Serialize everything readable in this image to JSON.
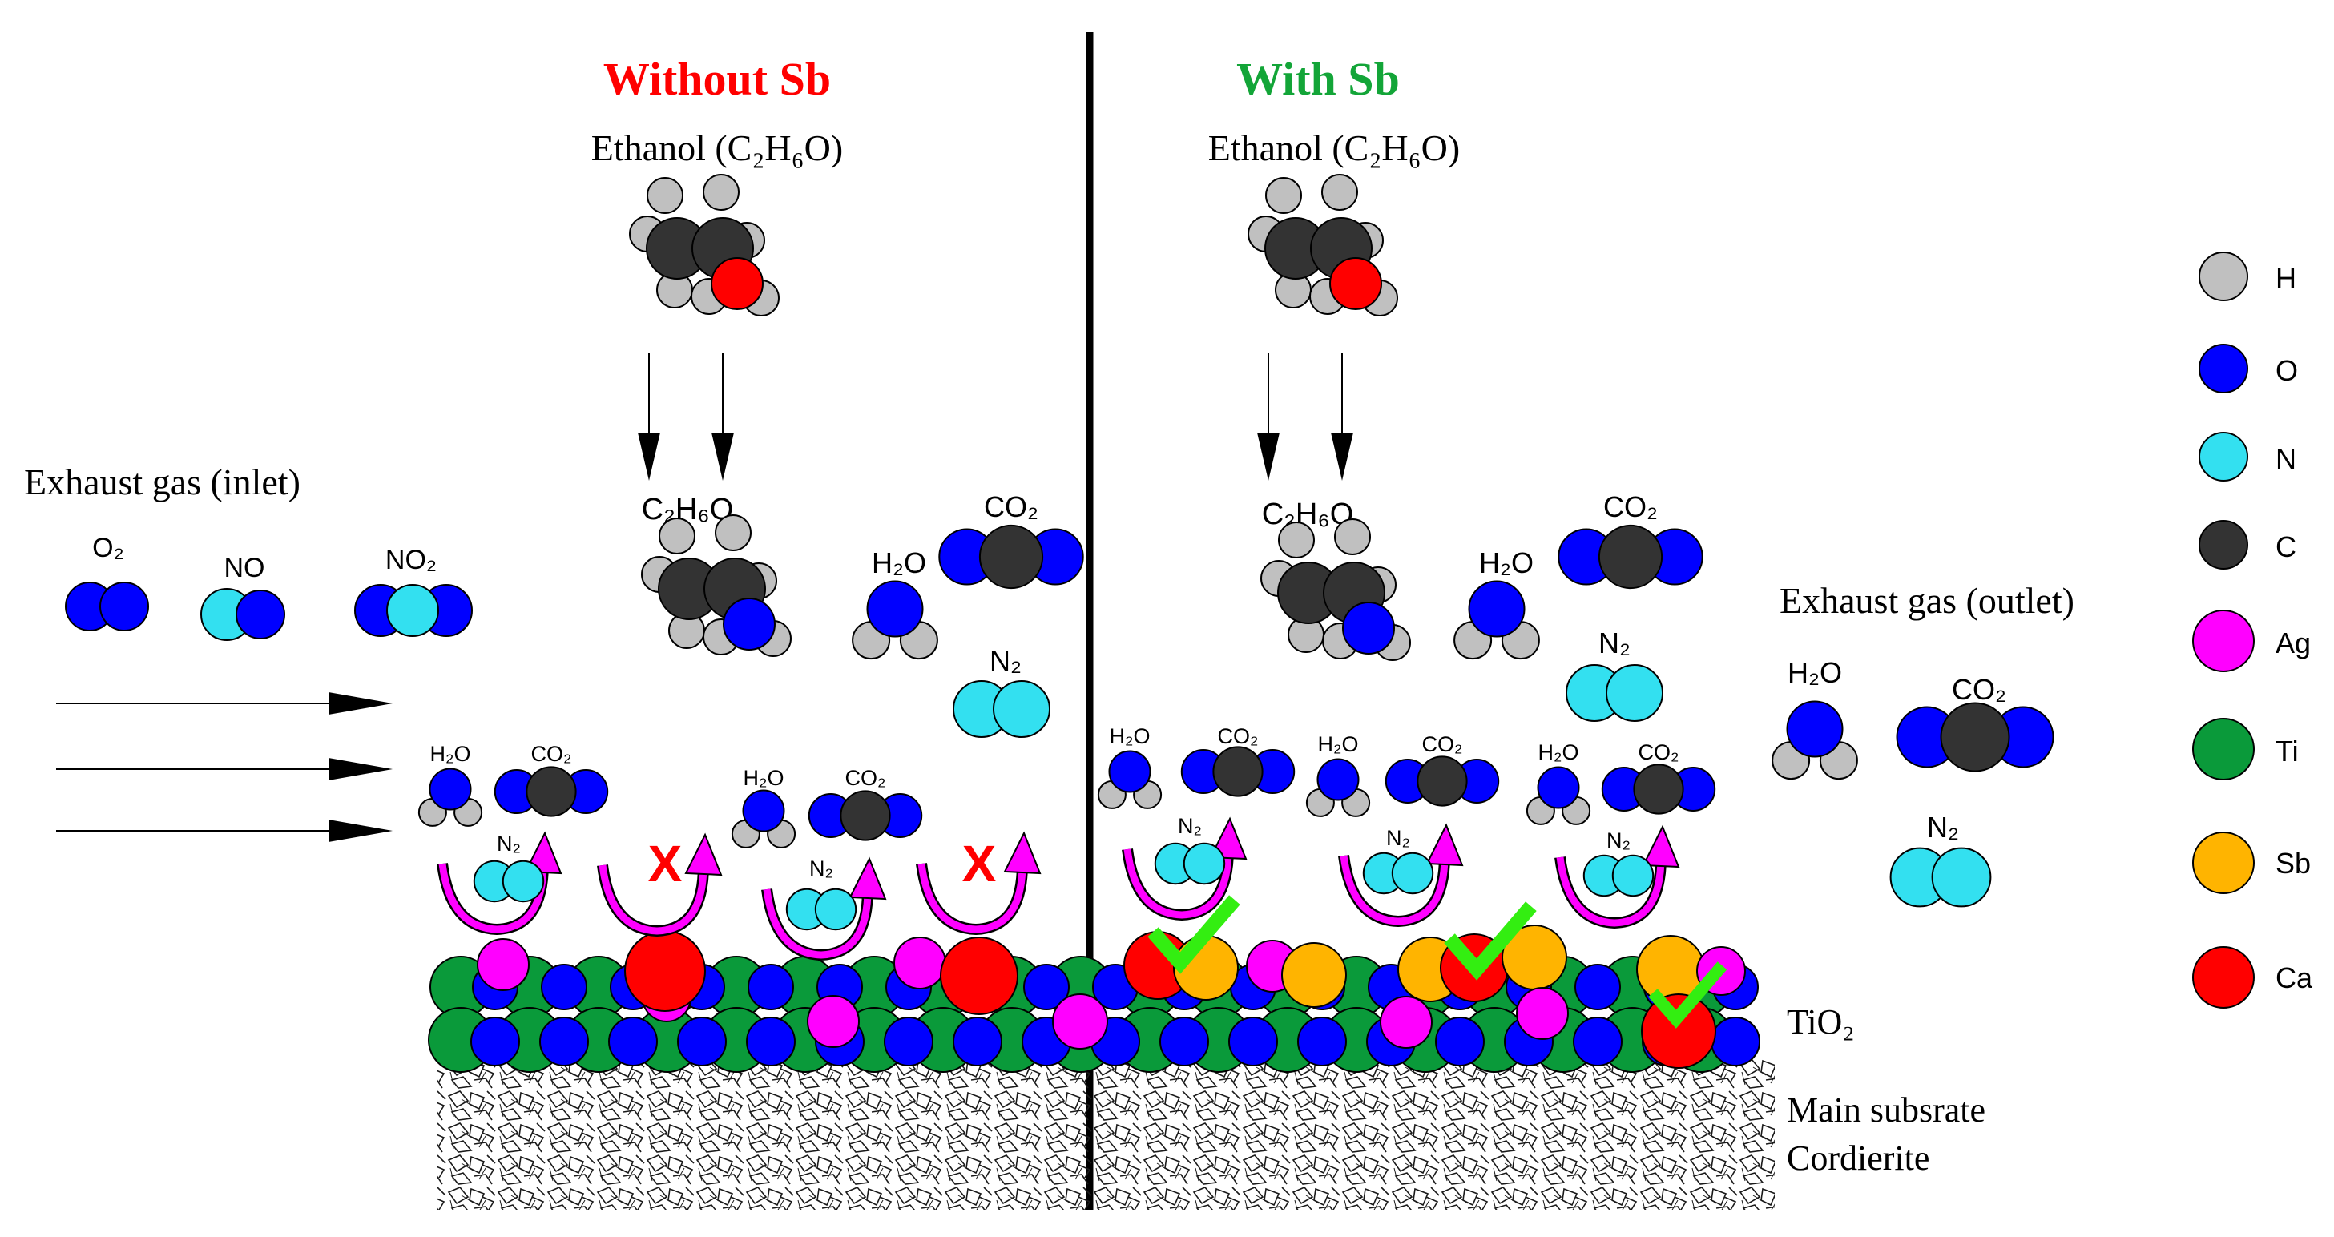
{
  "headings": {
    "without": "Without Sb",
    "with": "With Sb",
    "without_color": "#ff0000",
    "with_color": "#13a538"
  },
  "ethanol_label": "Ethanol (C₂H₆O)",
  "intermediate_label": "C₂H₆O",
  "inlet": {
    "title": "Exhaust gas (inlet)",
    "molecules": [
      "O₂",
      "NO",
      "NO₂"
    ]
  },
  "outlet": {
    "title": "Exhaust gas (outlet)",
    "molecules": [
      "H₂O",
      "CO₂",
      "N₂"
    ]
  },
  "molecule_labels": {
    "h2o": "H₂O",
    "co2": "CO₂",
    "n2": "N₂"
  },
  "marks": {
    "fail": "X"
  },
  "layers": {
    "tio2": "TiO₂",
    "substrate_line1": "Main subsrate",
    "substrate_line2": "Cordierite"
  },
  "legend": [
    {
      "symbol": "H",
      "color": "#c0c0c0"
    },
    {
      "symbol": "O",
      "color": "#0000ff"
    },
    {
      "symbol": "N",
      "color": "#33e0f0"
    },
    {
      "symbol": "C",
      "color": "#333333"
    },
    {
      "symbol": "Ag",
      "color": "#ff00ff"
    },
    {
      "symbol": "Ti",
      "color": "#0a9a3a"
    },
    {
      "symbol": "Sb",
      "color": "#ffb400"
    },
    {
      "symbol": "Ca",
      "color": "#ff0000"
    }
  ],
  "colors": {
    "check": "#33ee11",
    "reaction_arrow": "#ff00ff",
    "divider": "#000000"
  }
}
